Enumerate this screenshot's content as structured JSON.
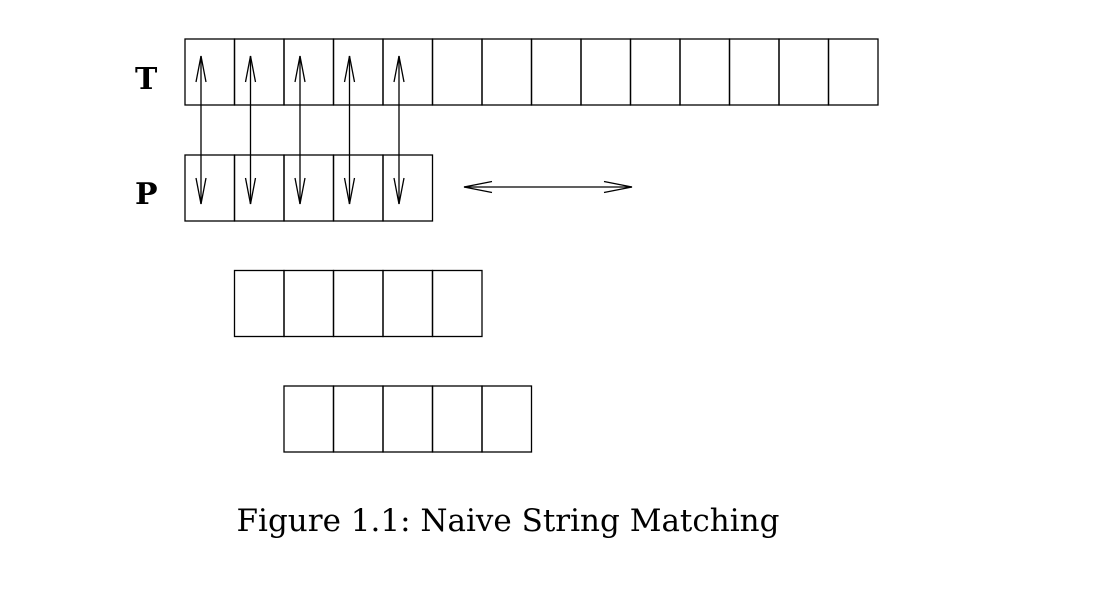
{
  "figure": {
    "caption": "Figure 1.1: Naive String Matching",
    "text_label": "T",
    "pattern_label": "P",
    "text_cell_count": 14,
    "pattern_cell_count": 5,
    "compared_cell_count": 5,
    "shifted_pattern_count": 2,
    "has_shift_arrow": true
  }
}
